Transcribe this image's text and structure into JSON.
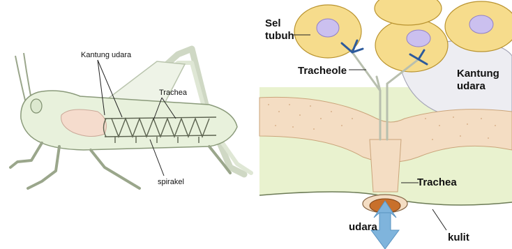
{
  "left_panel": {
    "labels": {
      "air_sacs": "Kantung udara",
      "trachea": "Trachea",
      "spiracle": "spirakel"
    }
  },
  "right_panel": {
    "labels": {
      "body_cells_line1": "Sel",
      "body_cells_line2": "tubuh",
      "tracheole": "Tracheole",
      "air_sac_line1": "Kantung",
      "air_sac_line2": "udara",
      "trachea": "Trachea",
      "air": "udara",
      "skin": "kulit"
    }
  },
  "colors": {
    "insect_fill": "#e8f1dc",
    "insect_stroke": "#8a9a7a",
    "air_sac_fill": "#f5dccd",
    "cell_fill": "#f6dc8c",
    "cell_stroke": "#b9932f",
    "nucleus_fill": "#cbc0ef",
    "trachea_fill": "#f4ddc3",
    "tissue_fill": "#e9f2cf",
    "tracheole_blue": "#2c5a9c",
    "spiracle_orange": "#c8702b",
    "arrow_blue": "#7fb4dc"
  }
}
